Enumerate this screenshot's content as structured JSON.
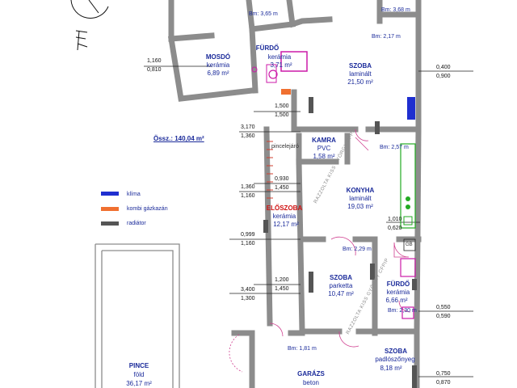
{
  "colors": {
    "wall": "#8c8c8c",
    "label": "#1a2a9a",
    "klima": "#1f2fd0",
    "kazan": "#f07030",
    "radiator": "#555555",
    "sink": "#cc1aa8",
    "stove": "#22aa22",
    "door": "#d04090"
  },
  "total": "Össz.: 140,04 m²",
  "rooms": [
    {
      "name": "MOSDÓ",
      "floor": "kerámia",
      "area": "6,89 m²"
    },
    {
      "name": "FÜRDŐ",
      "floor": "kerámia",
      "area": "3,71 m²"
    },
    {
      "name": "SZOBA",
      "floor": "laminált",
      "area": "21,50 m²"
    },
    {
      "name": "KAMRA",
      "floor": "PVC",
      "area": "1,58 m²"
    },
    {
      "name": "KONYHA",
      "floor": "laminált",
      "area": "19,03 m²"
    },
    {
      "name": "ELŐSZOBA",
      "floor": "kerámia",
      "area": "12,17 m²"
    },
    {
      "name": "SZOBA",
      "floor": "parketta",
      "area": "10,47 m²"
    },
    {
      "name": "FÜRDŐ",
      "floor": "kerámia",
      "area": "6,66 m²"
    },
    {
      "name": "SZOBA",
      "floor": "padlószőnyeg",
      "area": "8,18 m²"
    },
    {
      "name": "PINCE",
      "floor": "föld",
      "area": "36,17 m²"
    },
    {
      "name": "GARÁZS",
      "floor": "beton",
      "area": ""
    }
  ],
  "heights": [
    "Bm: 3,65 m",
    "Bm: 3,68 m",
    "Bm: 2,17 m",
    "Bm: 2,57 m",
    "Bm: 2,29 m",
    "Bm: 2,30 m",
    "Bm: 1,81 m"
  ],
  "dims": {
    "d1": [
      "1,160",
      "0,810"
    ],
    "d2": [
      "1,500",
      "1,500"
    ],
    "d3": [
      "3,170",
      "1,360"
    ],
    "d4": [
      "0,930",
      "1,450"
    ],
    "d5": [
      "1,360",
      "1,160"
    ],
    "d6": [
      "0,999",
      "1,160"
    ],
    "d7": [
      "1,200",
      "1,450"
    ],
    "d8": [
      "3,400",
      "1,300"
    ],
    "r1": [
      "0,400",
      "0,900"
    ],
    "r2": [
      "1,010",
      "0,620"
    ],
    "r3": [
      "0,550",
      "0,590"
    ],
    "r4": [
      "0,750",
      "0,870"
    ]
  },
  "legend": [
    {
      "label": "klíma",
      "color": "#1f2fd0"
    },
    {
      "label": "kombi gázkazán",
      "color": "#f07030"
    },
    {
      "label": "radiátor",
      "color": "#555555"
    }
  ],
  "small": {
    "pincelejaro": "pincelejáró",
    "gb": "GB"
  },
  "watermark": "RAZZOLTA KISS GYÖRGY CFPIP"
}
